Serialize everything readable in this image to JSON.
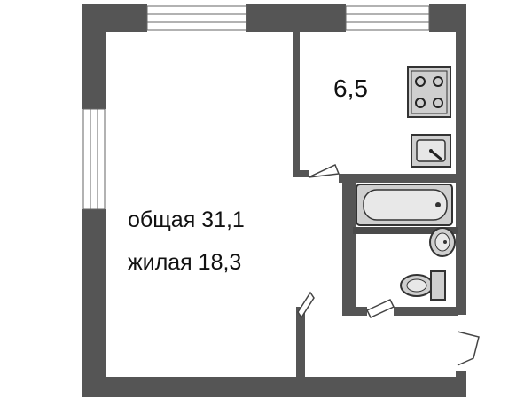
{
  "floor_plan": {
    "kitchen_area_label": "6,5",
    "total_area_label": "общая 31,1",
    "living_area_label": "жилая 18,3"
  },
  "colors": {
    "wall": "#555555",
    "wall_dark": "#4a4a4a",
    "fixture_fill": "#cfcfcf",
    "fixture_stroke": "#333333",
    "background": "#ffffff",
    "window_line": "#666666"
  },
  "icons": [
    "stove-icon",
    "kitchen-sink-icon",
    "bathtub-icon",
    "washbasin-icon",
    "toilet-icon",
    "door-swing-icon",
    "window-icon"
  ]
}
